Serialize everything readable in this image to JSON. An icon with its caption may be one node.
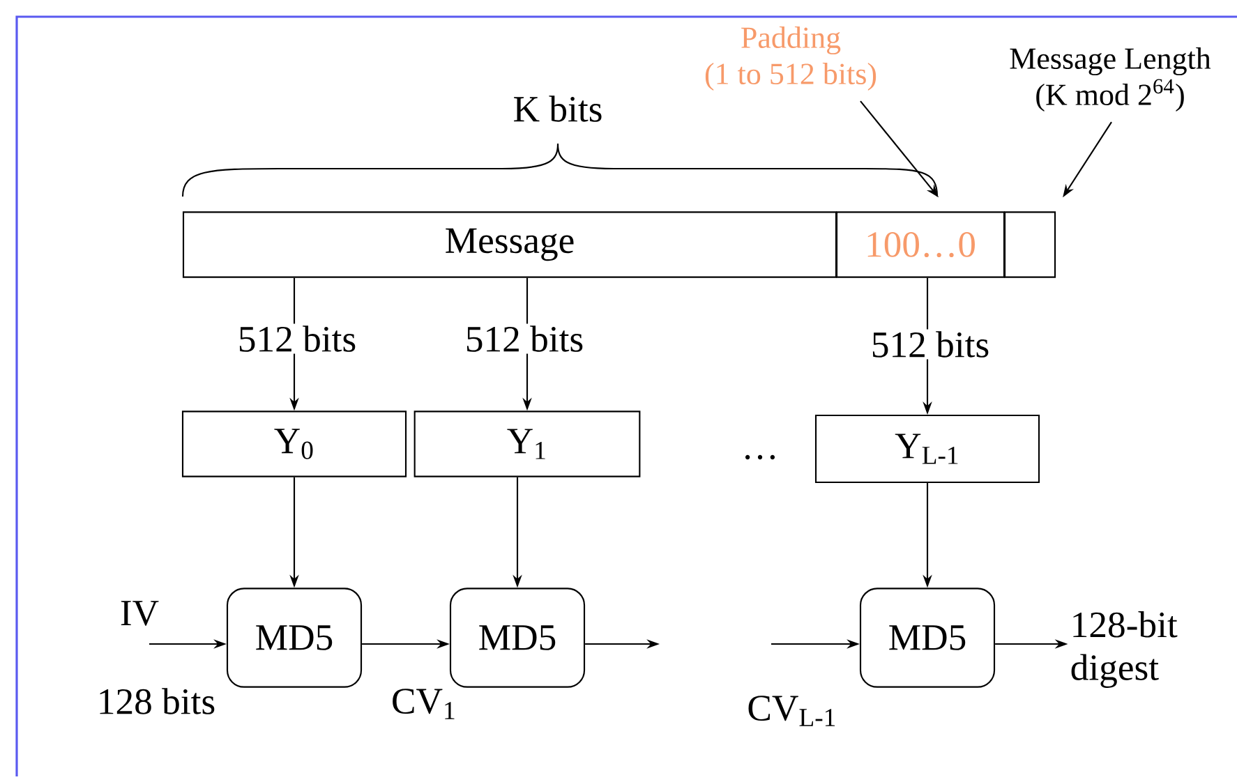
{
  "diagram": {
    "nodes": [
      {
        "text": [
          "Message"
        ]
      },
      {
        "text": [
          "100…0"
        ]
      },
      {
        "text": [],
        "shape": "box"
      },
      {
        "text": [
          "Y$_{0}$"
        ]
      },
      {
        "text": [
          "Y$_{1}$"
        ]
      },
      {
        "text": [
          "Y$_{L-1}$"
        ]
      },
      {
        "text": [
          "MD5"
        ]
      },
      {
        "text": [
          "MD5"
        ]
      },
      {
        "text": [
          "MD5"
        ]
      },
      {
        "text": [
          "Padding",
          "(1 to 512 bits)"
        ]
      },
      {
        "text": [
          "Message Length",
          "(K mod 2$^{64}$)"
        ]
      },
      {
        "text": [
          "128-bit digest"
        ]
      }
    ],
    "edges": [
      {
        "from": 0,
        "to": 3,
        "arrow": "to",
        "label": "512 bits"
      },
      {
        "from": 0,
        "to": 4,
        "arrow": "to",
        "label": "512 bits"
      },
      {
        "from": 1,
        "to": 5,
        "arrow": "to",
        "label": "512 bits"
      },
      {
        "from": 3,
        "to": 6,
        "arrow": "to"
      },
      {
        "from": 4,
        "to": 7,
        "arrow": "to"
      },
      {
        "from": 5,
        "to": 8,
        "arrow": "to"
      },
      {
        "from": null,
        "to": 6,
        "arrow": "to"
      },
      {
        "from": 6,
        "to": 7,
        "arrow": "to",
        "label": "CV$_{1}$"
      },
      {
        "from": 7,
        "to": null,
        "arrow": "to"
      },
      {
        "from": null,
        "to": 8,
        "arrow": "to",
        "label": "CV$_{L-1}$"
      },
      {
        "from": 8,
        "to": 11,
        "arrow": "to"
      },
      {
        "from": 9,
        "to": 1,
        "arrow": "to"
      },
      {
        "from": 10,
        "to": 2,
        "arrow": "to"
      }
    ],
    "labels": [
      "K bits",
      "…",
      "IV",
      "128 bits"
    ]
  }
}
